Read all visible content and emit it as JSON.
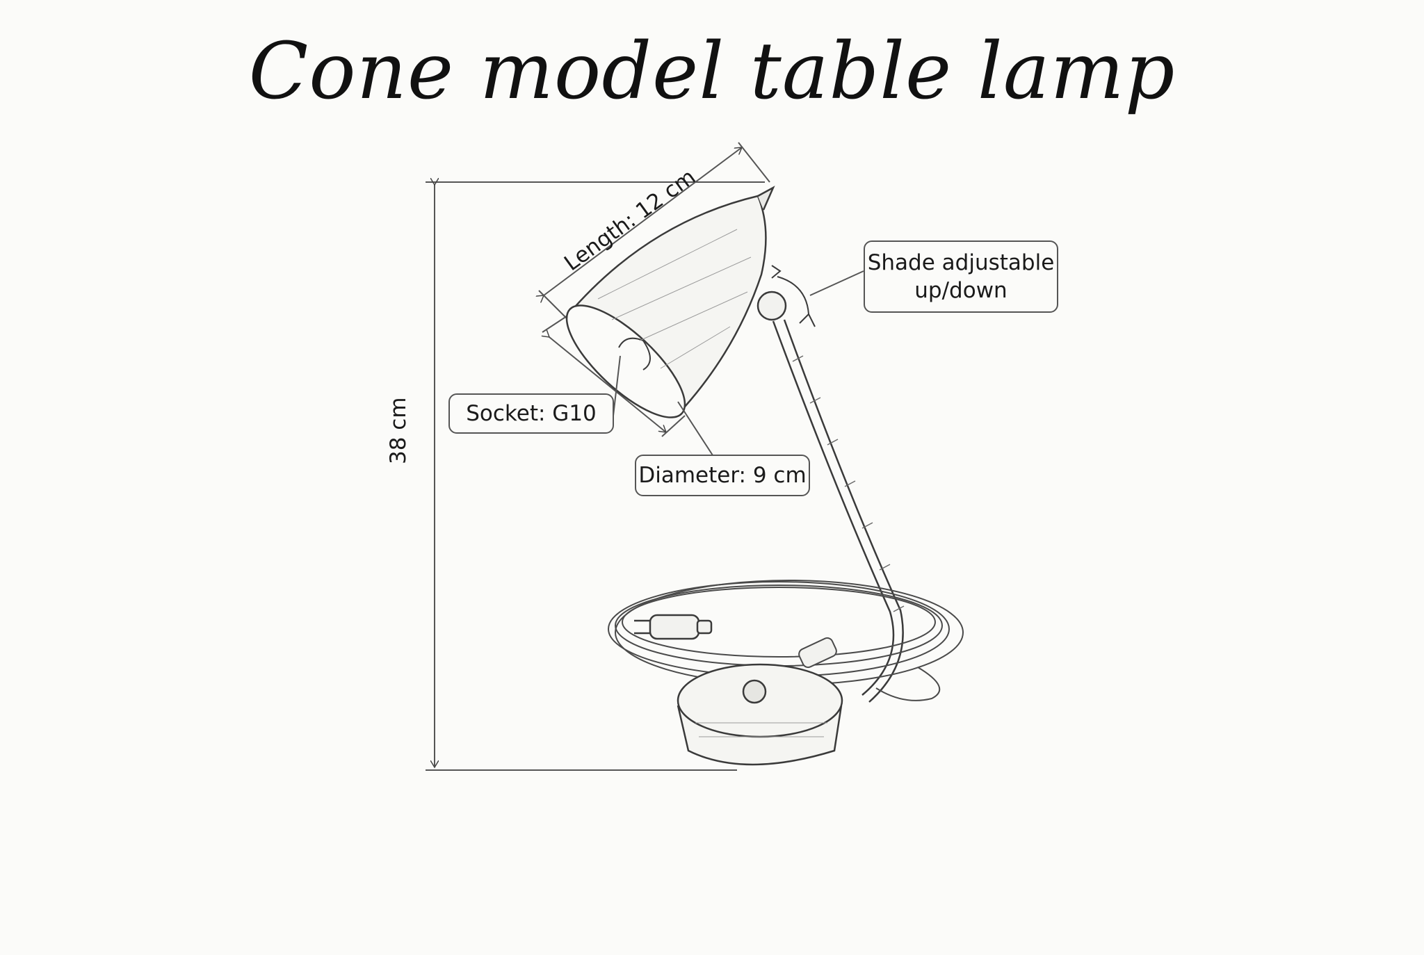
{
  "title": "Cone model table lamp",
  "labels": {
    "height": "38 cm",
    "length": "Length: 12 cm",
    "socket": "Socket: G10",
    "diameter": "Diameter: 9 cm",
    "shade_line1": "Shade adjustable",
    "shade_line2": "up/down"
  },
  "colors": {
    "background": "#fbfbf9",
    "ink": "#1a1a1a",
    "sketch": "#4a4a4a"
  }
}
